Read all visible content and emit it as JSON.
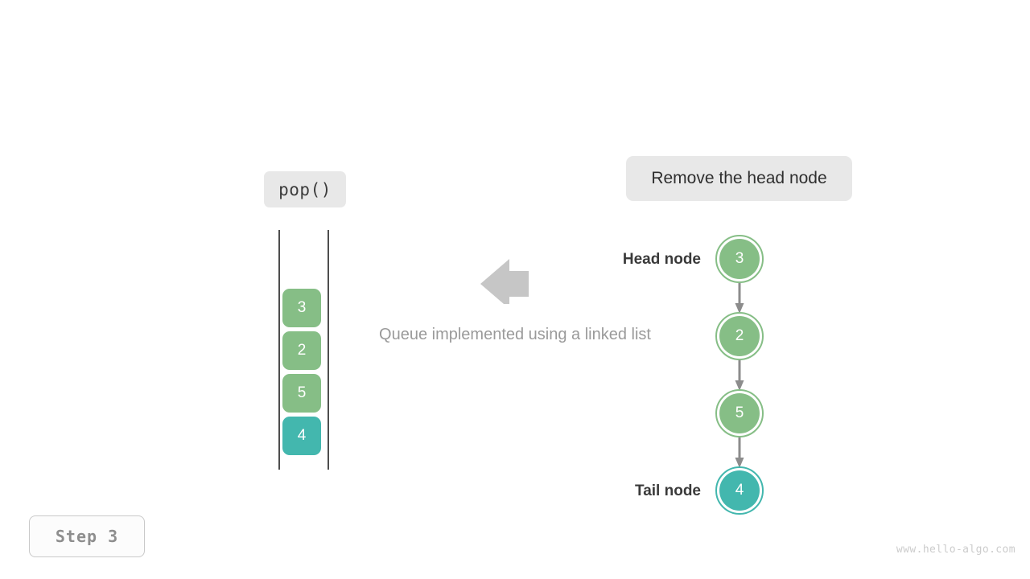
{
  "operation_badge": {
    "label": "pop()"
  },
  "description_badge": {
    "label": "Remove the head node"
  },
  "caption": {
    "text": "Queue implemented using a linked list"
  },
  "queue": {
    "name": "queue-column",
    "cells": [
      {
        "value": "3",
        "color": "#86be86",
        "state": "normal"
      },
      {
        "value": "2",
        "color": "#86be86",
        "state": "normal"
      },
      {
        "value": "5",
        "color": "#86be86",
        "state": "normal"
      },
      {
        "value": "4",
        "color": "#43b7ae",
        "state": "highlight"
      }
    ]
  },
  "flow_arrow": {
    "direction": "left",
    "color": "#c6c6c6"
  },
  "linked_list": {
    "nodes": [
      {
        "value": "3",
        "color": "#86be86",
        "label": "Head node"
      },
      {
        "value": "2",
        "color": "#86be86",
        "label": ""
      },
      {
        "value": "5",
        "color": "#86be86",
        "label": ""
      },
      {
        "value": "4",
        "color": "#43b7ae",
        "label": "Tail node"
      }
    ],
    "head_label": "Head node",
    "tail_label": "Tail node",
    "link_color": "#8c8c8c"
  },
  "step_badge": {
    "label": "Step 3"
  },
  "watermark": {
    "text": "www.hello-algo.com"
  }
}
